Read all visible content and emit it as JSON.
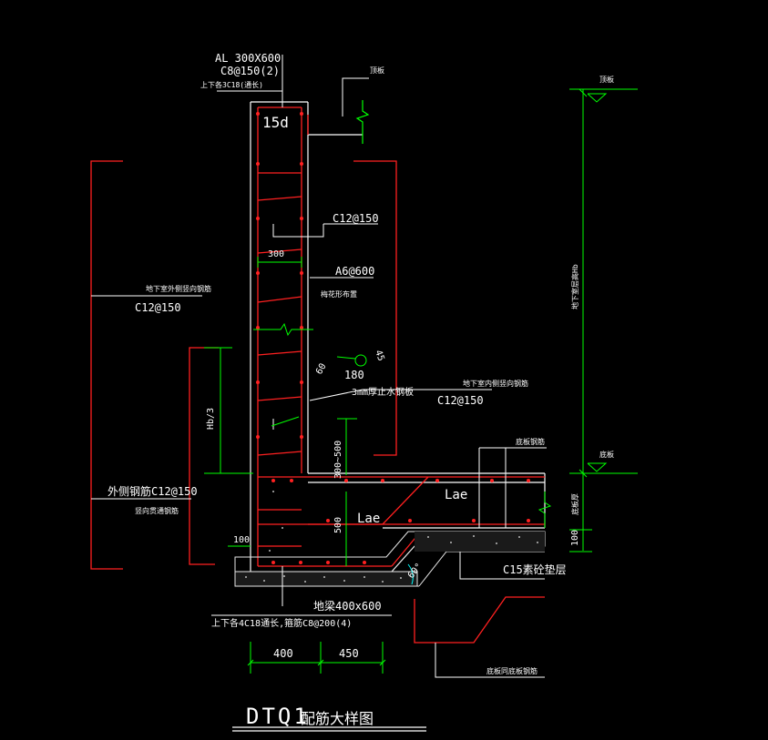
{
  "labels": {
    "beam_name": "AL 300X600",
    "beam_stirrup": "C8@150(2)",
    "beam_bars": "上下各3C18(通长)",
    "top_slab": "顶板",
    "top_level": "顶板",
    "bottom_level": "底板",
    "anchor_15d": "15d",
    "vert_rebar": "C12@150",
    "dim_300": "300",
    "tie_bar": "A6@600",
    "tie_note": "梅花形布置",
    "outer_note": "地下室外侧竖向钢筋",
    "outer_bar": "C12@150",
    "angle_60": "60",
    "angle_45": "45",
    "dim_180": "180",
    "waterstop": "3mm厚止水钢板",
    "inner_note": "地下室内侧竖向钢筋",
    "inner_bar": "C12@150",
    "dim_hb3": "Hb/3",
    "dim_300_500": "300~500",
    "wall_height": "地下室层高Hb",
    "bottom_bar_note": "底板钢筋",
    "lae_upper": "Lae",
    "lae_lower": "Lae",
    "dim_500": "500",
    "slab_thk": "底板厚",
    "outer_bottom_bar": "外侧钢筋C12@150",
    "outer_bottom_note": "竖向贯通钢筋",
    "dim_100_left": "100",
    "dim_100_right": "100",
    "cushion": "C15素砼垫层",
    "angle_foot": "60°",
    "foot_beam": "地梁400x600",
    "foot_beam_bars": "上下各4C18通长,箍筋C8@200(4)",
    "pit_note": "底板同底板钢筋",
    "dim_400": "400",
    "dim_450": "450",
    "title": "DTQ1",
    "title_suffix": "配筋大样图"
  },
  "colors": {
    "background": "#000000",
    "rebar": "#ff2020",
    "dimension": "#00ff00",
    "text": "#ffffff",
    "concrete": "#e8e8e8",
    "accent": "#00ffff"
  }
}
